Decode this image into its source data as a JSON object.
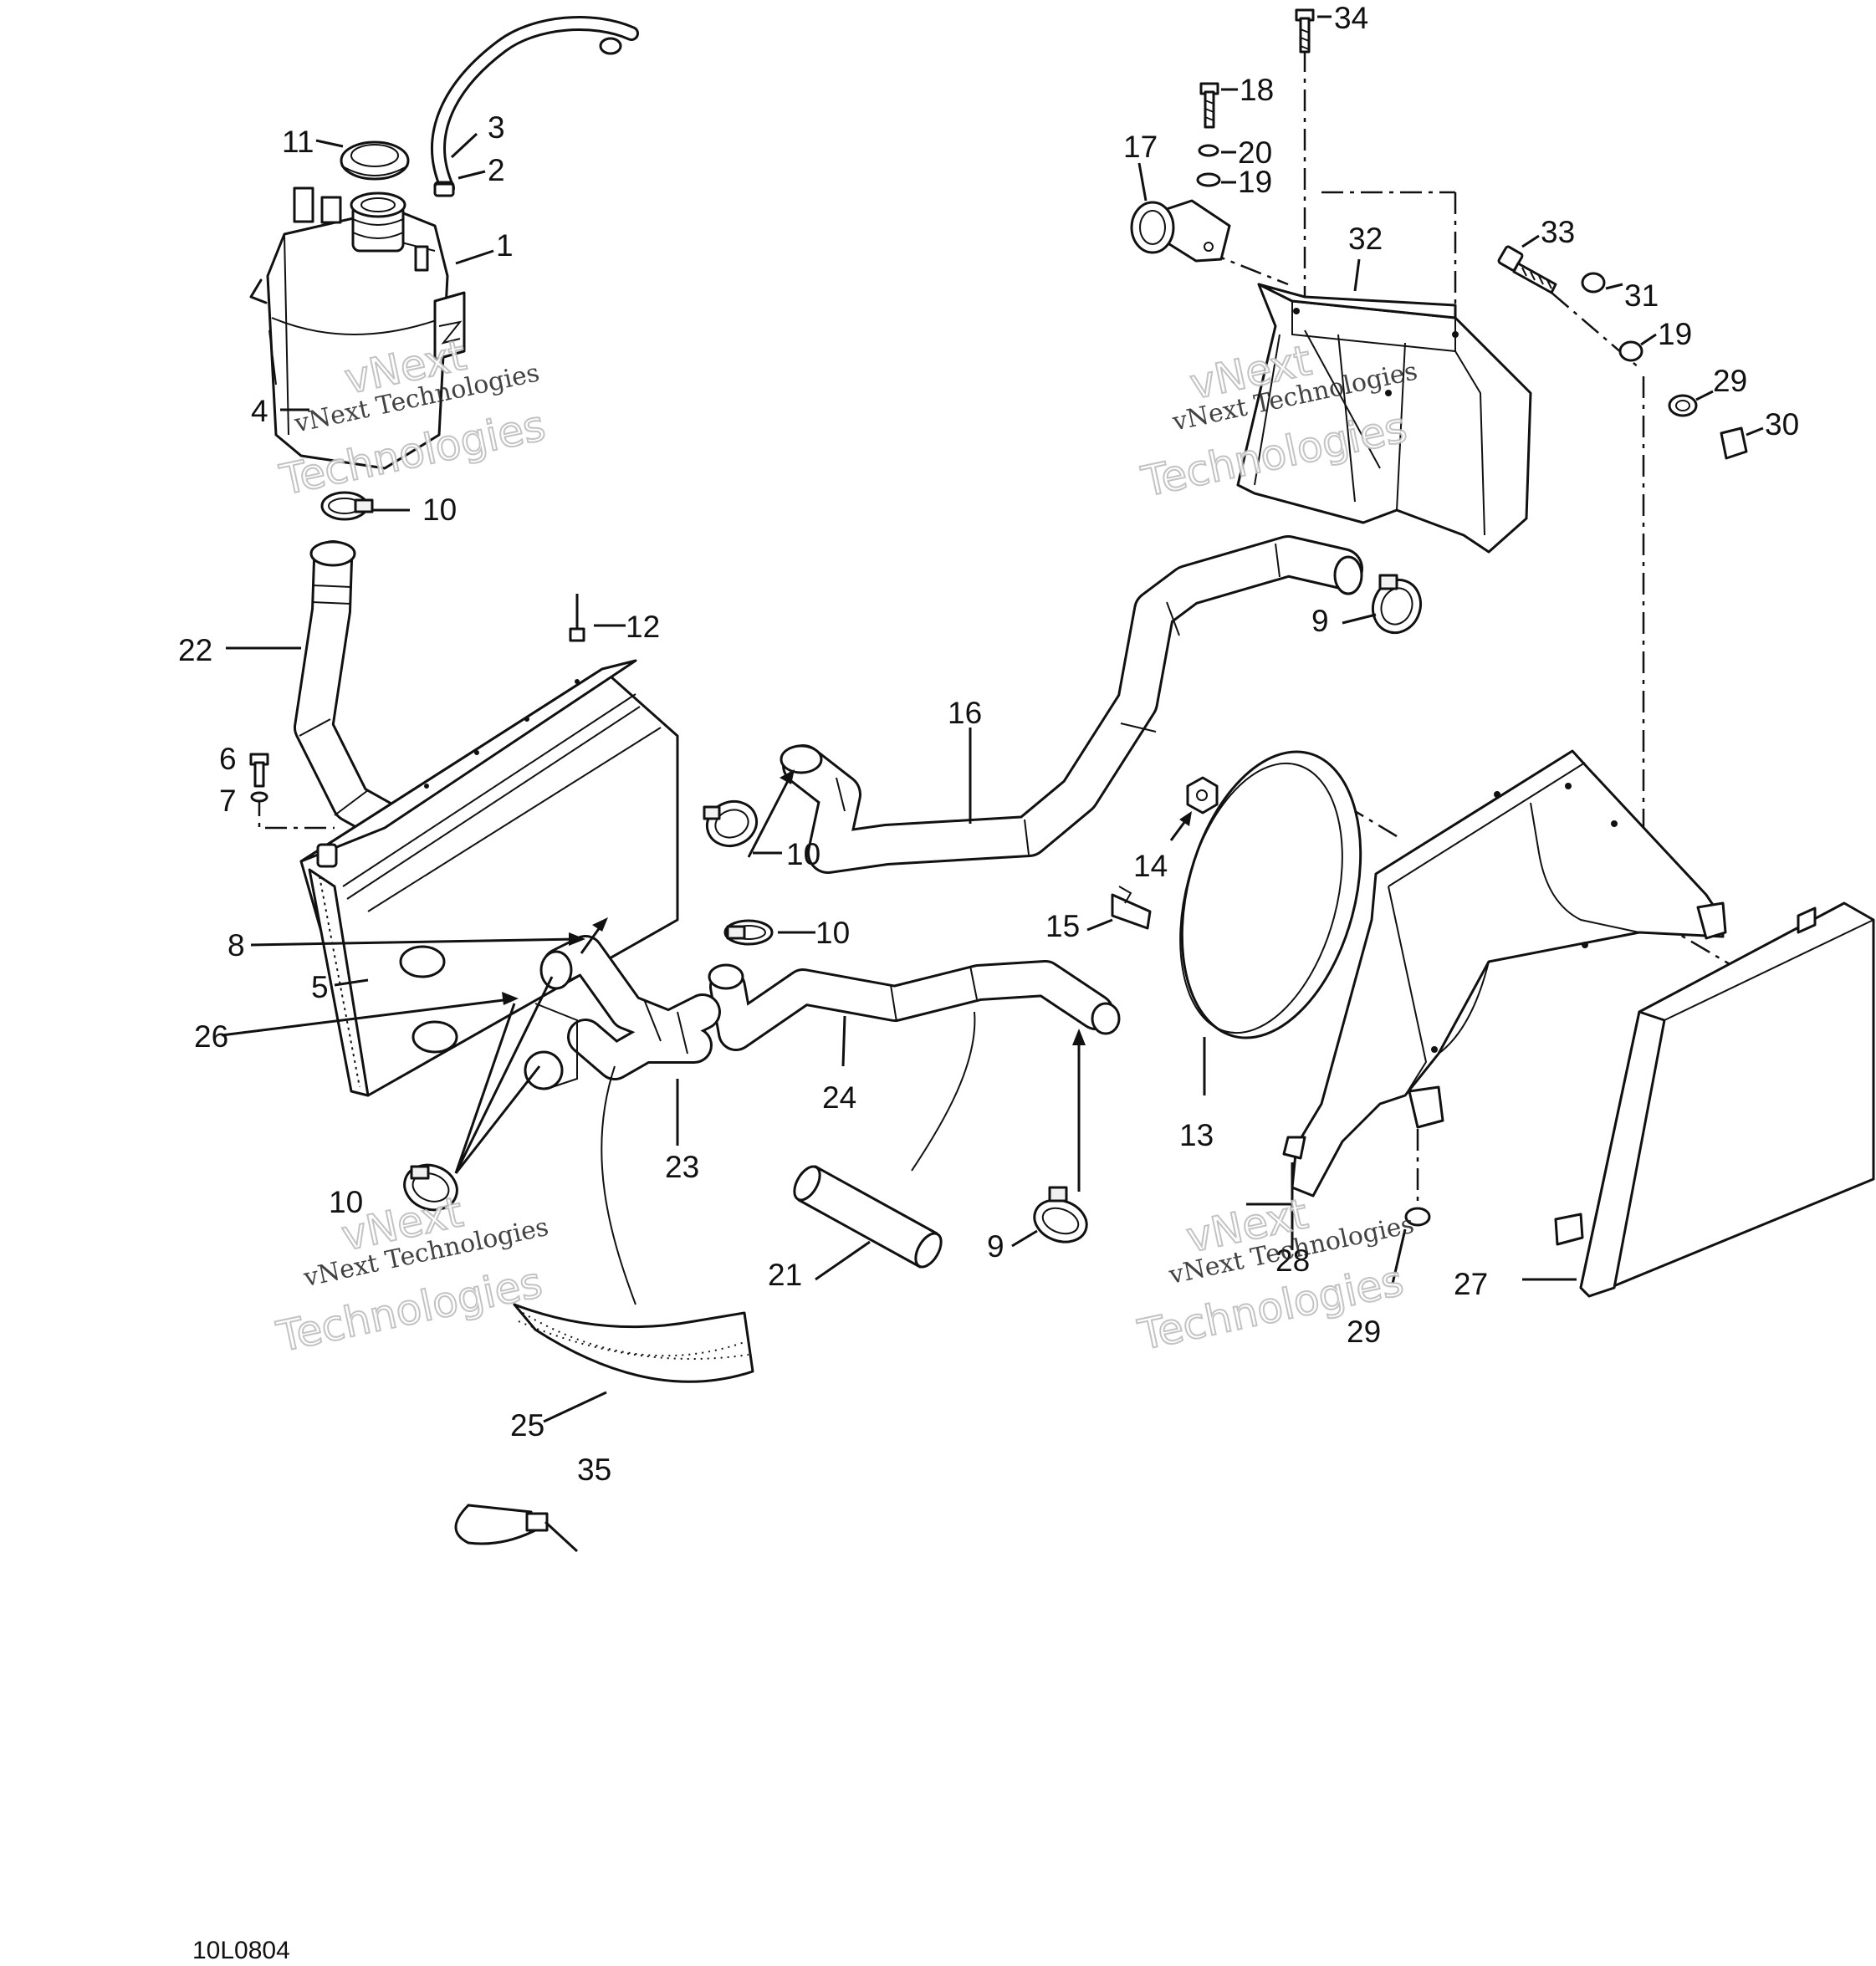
{
  "diagram": {
    "reference_code": "10L0804",
    "watermark": {
      "line1": "vNext Technologies",
      "line2": "vNext",
      "line3": "Technologies"
    },
    "callouts": [
      {
        "id": "c1",
        "label": "1"
      },
      {
        "id": "c2",
        "label": "2"
      },
      {
        "id": "c3",
        "label": "3"
      },
      {
        "id": "c4",
        "label": "4"
      },
      {
        "id": "c5",
        "label": "5"
      },
      {
        "id": "c6",
        "label": "6"
      },
      {
        "id": "c7",
        "label": "7"
      },
      {
        "id": "c8",
        "label": "8"
      },
      {
        "id": "c9a",
        "label": "9"
      },
      {
        "id": "c9b",
        "label": "9"
      },
      {
        "id": "c10a",
        "label": "10"
      },
      {
        "id": "c10b",
        "label": "10"
      },
      {
        "id": "c10c",
        "label": "10"
      },
      {
        "id": "c10d",
        "label": "10"
      },
      {
        "id": "c11",
        "label": "11"
      },
      {
        "id": "c12",
        "label": "12"
      },
      {
        "id": "c13",
        "label": "13"
      },
      {
        "id": "c14",
        "label": "14"
      },
      {
        "id": "c15",
        "label": "15"
      },
      {
        "id": "c16",
        "label": "16"
      },
      {
        "id": "c17",
        "label": "17"
      },
      {
        "id": "c18",
        "label": "18"
      },
      {
        "id": "c19a",
        "label": "19"
      },
      {
        "id": "c19b",
        "label": "19"
      },
      {
        "id": "c20",
        "label": "20"
      },
      {
        "id": "c21",
        "label": "21"
      },
      {
        "id": "c22",
        "label": "22"
      },
      {
        "id": "c23",
        "label": "23"
      },
      {
        "id": "c24",
        "label": "24"
      },
      {
        "id": "c25",
        "label": "25"
      },
      {
        "id": "c26",
        "label": "26"
      },
      {
        "id": "c27",
        "label": "27"
      },
      {
        "id": "c28",
        "label": "28"
      },
      {
        "id": "c29a",
        "label": "29"
      },
      {
        "id": "c29b",
        "label": "29"
      },
      {
        "id": "c30",
        "label": "30"
      },
      {
        "id": "c31",
        "label": "31"
      },
      {
        "id": "c32",
        "label": "32"
      },
      {
        "id": "c33",
        "label": "33"
      },
      {
        "id": "c34",
        "label": "34"
      },
      {
        "id": "c35",
        "label": "35"
      }
    ]
  }
}
